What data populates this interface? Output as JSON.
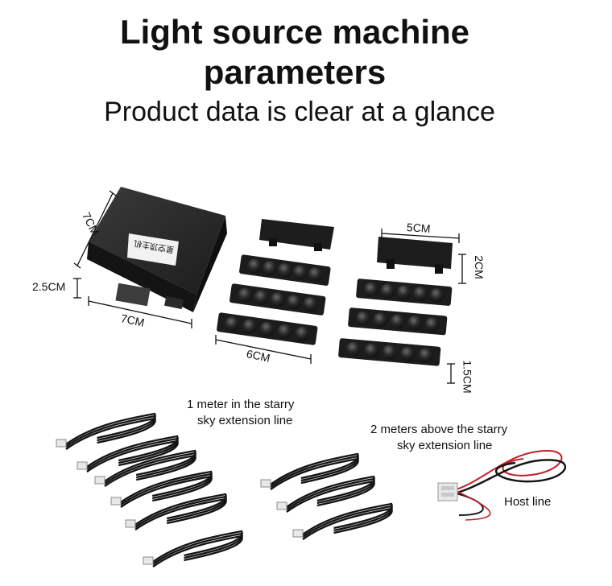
{
  "header": {
    "title_line1": "Light source machine",
    "title_line2": "parameters",
    "subtitle": "Product data is clear at a glance"
  },
  "box": {
    "label_text": "星空顶主机",
    "dim_depth": "7CM",
    "dim_height": "2.5CM",
    "dim_width": "7CM"
  },
  "modules": {
    "dim_length_left": "6CM",
    "dim_length_right": "5CM",
    "dim_height_top": "2CM",
    "dim_height_bottom": "1.5CM"
  },
  "cables": {
    "one_meter_line1": "1 meter in the starry",
    "one_meter_line2": "sky extension line",
    "two_meter_line1": "2 meters above the starry",
    "two_meter_line2": "sky extension line",
    "host_line": "Host line"
  },
  "colors": {
    "device_dark": "#1a1a1a",
    "device_mid": "#2b2b2b",
    "wire_red": "#c0202a",
    "connector_white": "#e8e8ea"
  }
}
